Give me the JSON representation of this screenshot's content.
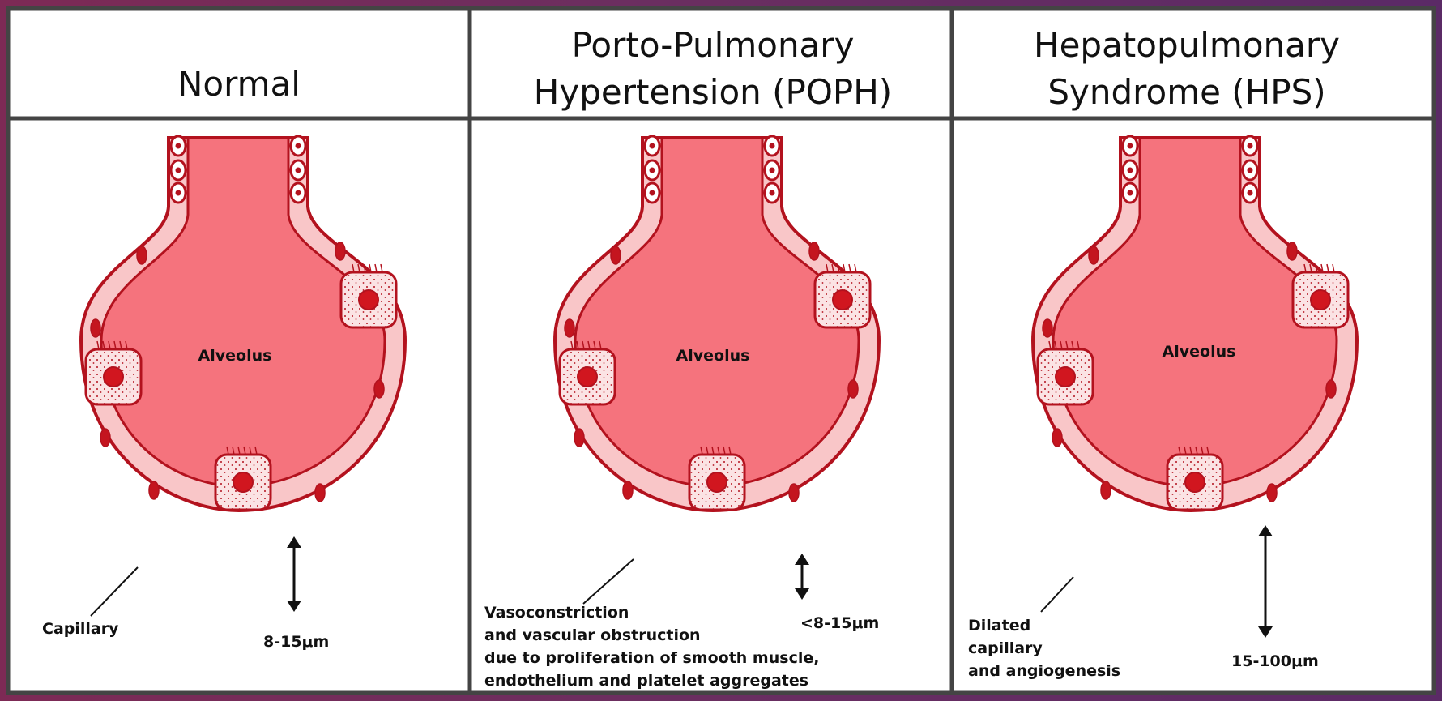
{
  "panels": [
    {
      "title_lines": [
        "Normal"
      ],
      "alveolus_label": "Alveolus",
      "vessel_label": "Capillary",
      "measurement": "8-15μm"
    },
    {
      "title_lines": [
        "Porto-Pulmonary",
        "Hypertension (POPH)"
      ],
      "alveolus_label": "Alveolus",
      "vessel_label_lines": [
        "Vasoconstriction",
        "and vascular obstruction",
        "due to proliferation of smooth muscle,",
        "endothelium and platelet aggregates"
      ],
      "measurement": "<8-15μm"
    },
    {
      "title_lines": [
        "Hepatopulmonary",
        "Syndrome (HPS)"
      ],
      "alveolus_label": "Alveolus",
      "vessel_label_lines": [
        "Dilated",
        "capillary",
        "and angiogenesis"
      ],
      "measurement": "15-100μm"
    }
  ],
  "colors": {
    "alveolus_fill": "#f5737d",
    "wall_fill": "#f9c6c8",
    "outline": "#b3121e",
    "vessel_fill": "#f07fb0",
    "rbc": "#b3121e",
    "yellow": "#f3ea3a",
    "frame": "#444444"
  }
}
